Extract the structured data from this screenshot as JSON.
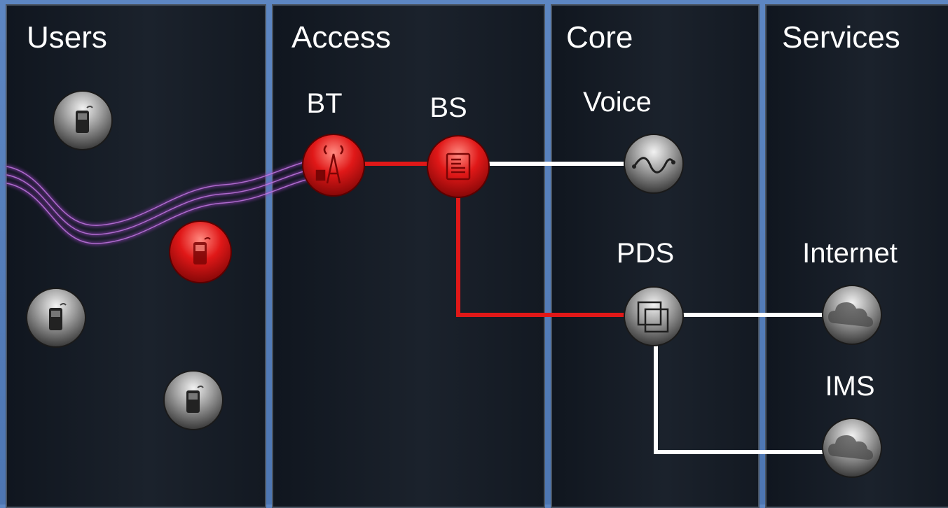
{
  "panels": {
    "users": {
      "title": "Users"
    },
    "access": {
      "title": "Access"
    },
    "core": {
      "title": "Core"
    },
    "services": {
      "title": "Services"
    }
  },
  "nodes": {
    "bt": {
      "label": "BT",
      "state": "active",
      "icon": "antenna-tower-icon"
    },
    "bs": {
      "label": "BS",
      "state": "active",
      "icon": "base-station-icon"
    },
    "voice": {
      "label": "Voice",
      "state": "inactive",
      "icon": "waveform-icon"
    },
    "pds": {
      "label": "PDS",
      "state": "inactive",
      "icon": "packet-switch-icon"
    },
    "internet": {
      "label": "Internet",
      "state": "inactive",
      "icon": "cloud-icon"
    },
    "ims": {
      "label": "IMS",
      "state": "inactive",
      "icon": "cloud-icon"
    }
  },
  "users": [
    {
      "state": "inactive",
      "icon": "mobile-phone-icon"
    },
    {
      "state": "active",
      "icon": "mobile-phone-icon"
    },
    {
      "state": "inactive",
      "icon": "mobile-phone-icon"
    },
    {
      "state": "inactive",
      "icon": "mobile-phone-icon"
    }
  ],
  "links": [
    {
      "from": "BT",
      "to": "BS",
      "state": "active"
    },
    {
      "from": "BS",
      "to": "Voice",
      "state": "inactive"
    },
    {
      "from": "BS",
      "to": "PDS",
      "state": "active"
    },
    {
      "from": "PDS",
      "to": "Internet",
      "state": "inactive"
    },
    {
      "from": "PDS",
      "to": "IMS",
      "state": "inactive"
    }
  ],
  "colors": {
    "active": "#e01818",
    "inactive_link": "#ffffff",
    "radio_wave": "#9b3fc4",
    "background": "#5d86c2",
    "panel": "#151b24"
  }
}
